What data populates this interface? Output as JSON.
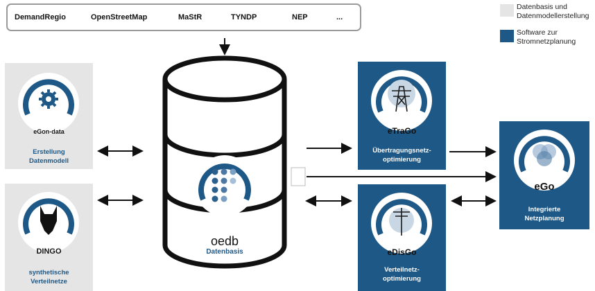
{
  "sources": [
    "DemandRegio",
    "OpenStreetMap",
    "MaStR",
    "TYNDP",
    "NEP",
    "..."
  ],
  "legend": {
    "items": [
      {
        "label": "Datenbasis und Datenmodellerstellung",
        "color": "#e5e5e5"
      },
      {
        "label": "Software zur Stromnetzplanung",
        "color": "#1e5886"
      }
    ]
  },
  "panels": {
    "egon_data": {
      "badge": "eGon-data",
      "label_line1": "Erstellung",
      "label_line2": "Datenmodell"
    },
    "dingo": {
      "badge": "DINGO",
      "label_line1": "synthetische",
      "label_line2": "Verteilnetze"
    },
    "etrago": {
      "badge": "eTraGo",
      "label_line1": "Übertragungsnetz-",
      "label_line2": "optimierung"
    },
    "edisgo": {
      "badge": "eDisGo",
      "label_line1": "Verteilnetz-",
      "label_line2": "optimierung"
    },
    "ego": {
      "badge": "eGo",
      "label_line1": "Integrierte",
      "label_line2": "Netzplanung"
    }
  },
  "database": {
    "title": "oedb",
    "subtitle": "Datenbasis"
  },
  "colors": {
    "accent": "#1e5886",
    "gray_panel": "#e5e5e5"
  }
}
